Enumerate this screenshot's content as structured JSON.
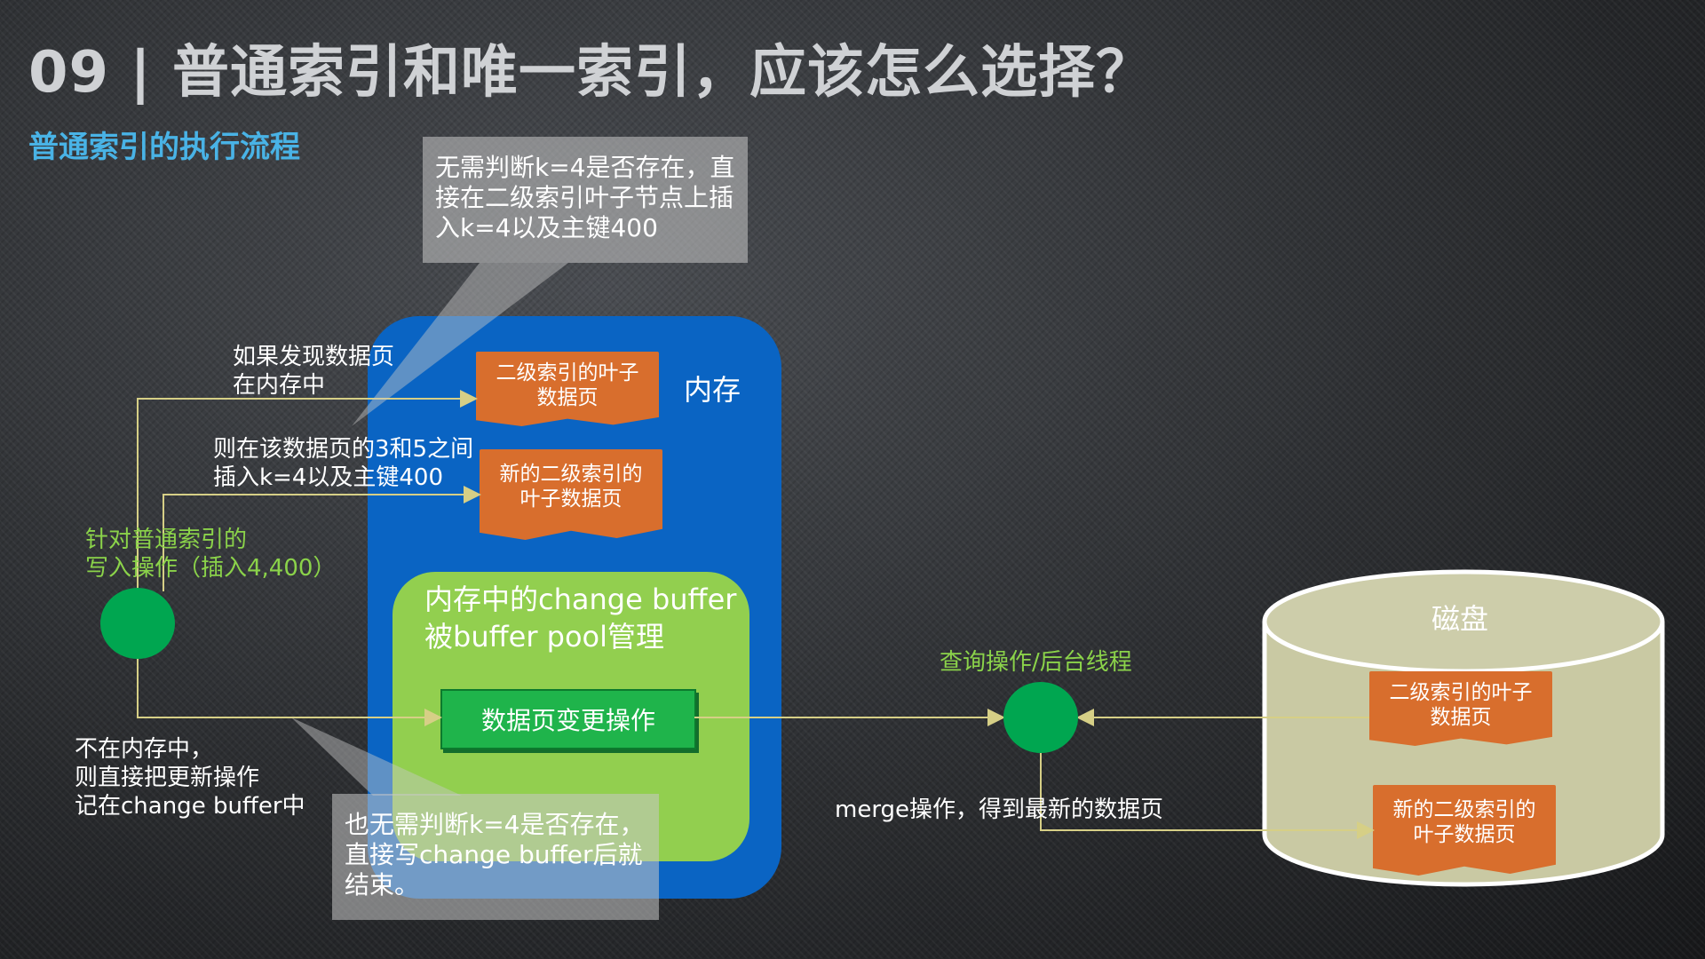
{
  "title": "09 | 普通索引和唯一索引，应该怎么选择？",
  "subtitle": "普通索引的执行流程",
  "callout_top": {
    "line1": "无需判断k=4是否存在，直",
    "line2": "接在二级索引叶子节点上插",
    "line3": "入k=4以及主键400"
  },
  "callout_bottom": {
    "line1": "也无需判断k=4是否存在，",
    "line2": "直接写change buffer后就",
    "line3": "结束。"
  },
  "label_in_memory": {
    "line1": "如果发现数据页",
    "line2": "在内存中"
  },
  "label_insert": {
    "line1": "则在该数据页的3和5之间",
    "line2": "插入k=4以及主键400"
  },
  "label_write_op": {
    "line1": "针对普通索引的",
    "line2": "写入操作（插入4,400）"
  },
  "label_not_in_memory": {
    "line1": "不在内存中，",
    "line2": "则直接把更新操作",
    "line3": "记在change buffer中"
  },
  "memory": {
    "label": "内存"
  },
  "page_mem_1": {
    "line1": "二级索引的叶子",
    "line2": "数据页"
  },
  "page_mem_2": {
    "line1": "新的二级索引的",
    "line2": "叶子数据页"
  },
  "change_buffer": {
    "line1": "内存中的change buffer",
    "line2": "被buffer pool管理"
  },
  "operation": {
    "label": "数据页变更操作"
  },
  "query_label": "查询操作/后台线程",
  "merge_label": "merge操作，得到最新的数据页",
  "disk": {
    "label": "磁盘"
  },
  "page_disk_1": {
    "line1": "二级索引的叶子",
    "line2": "数据页"
  },
  "page_disk_2": {
    "line1": "新的二级索引的",
    "line2": "叶子数据页"
  },
  "colors": {
    "title": "#cfd1d4",
    "subtitle": "#49b3e6",
    "memory": "#0a64c3",
    "change_buffer": "#92cf4f",
    "operation": "#1fb44b",
    "page": "#d86e2d",
    "node": "#00a650",
    "disk": "#c9c9a3",
    "arrow": "#d6cf86"
  }
}
